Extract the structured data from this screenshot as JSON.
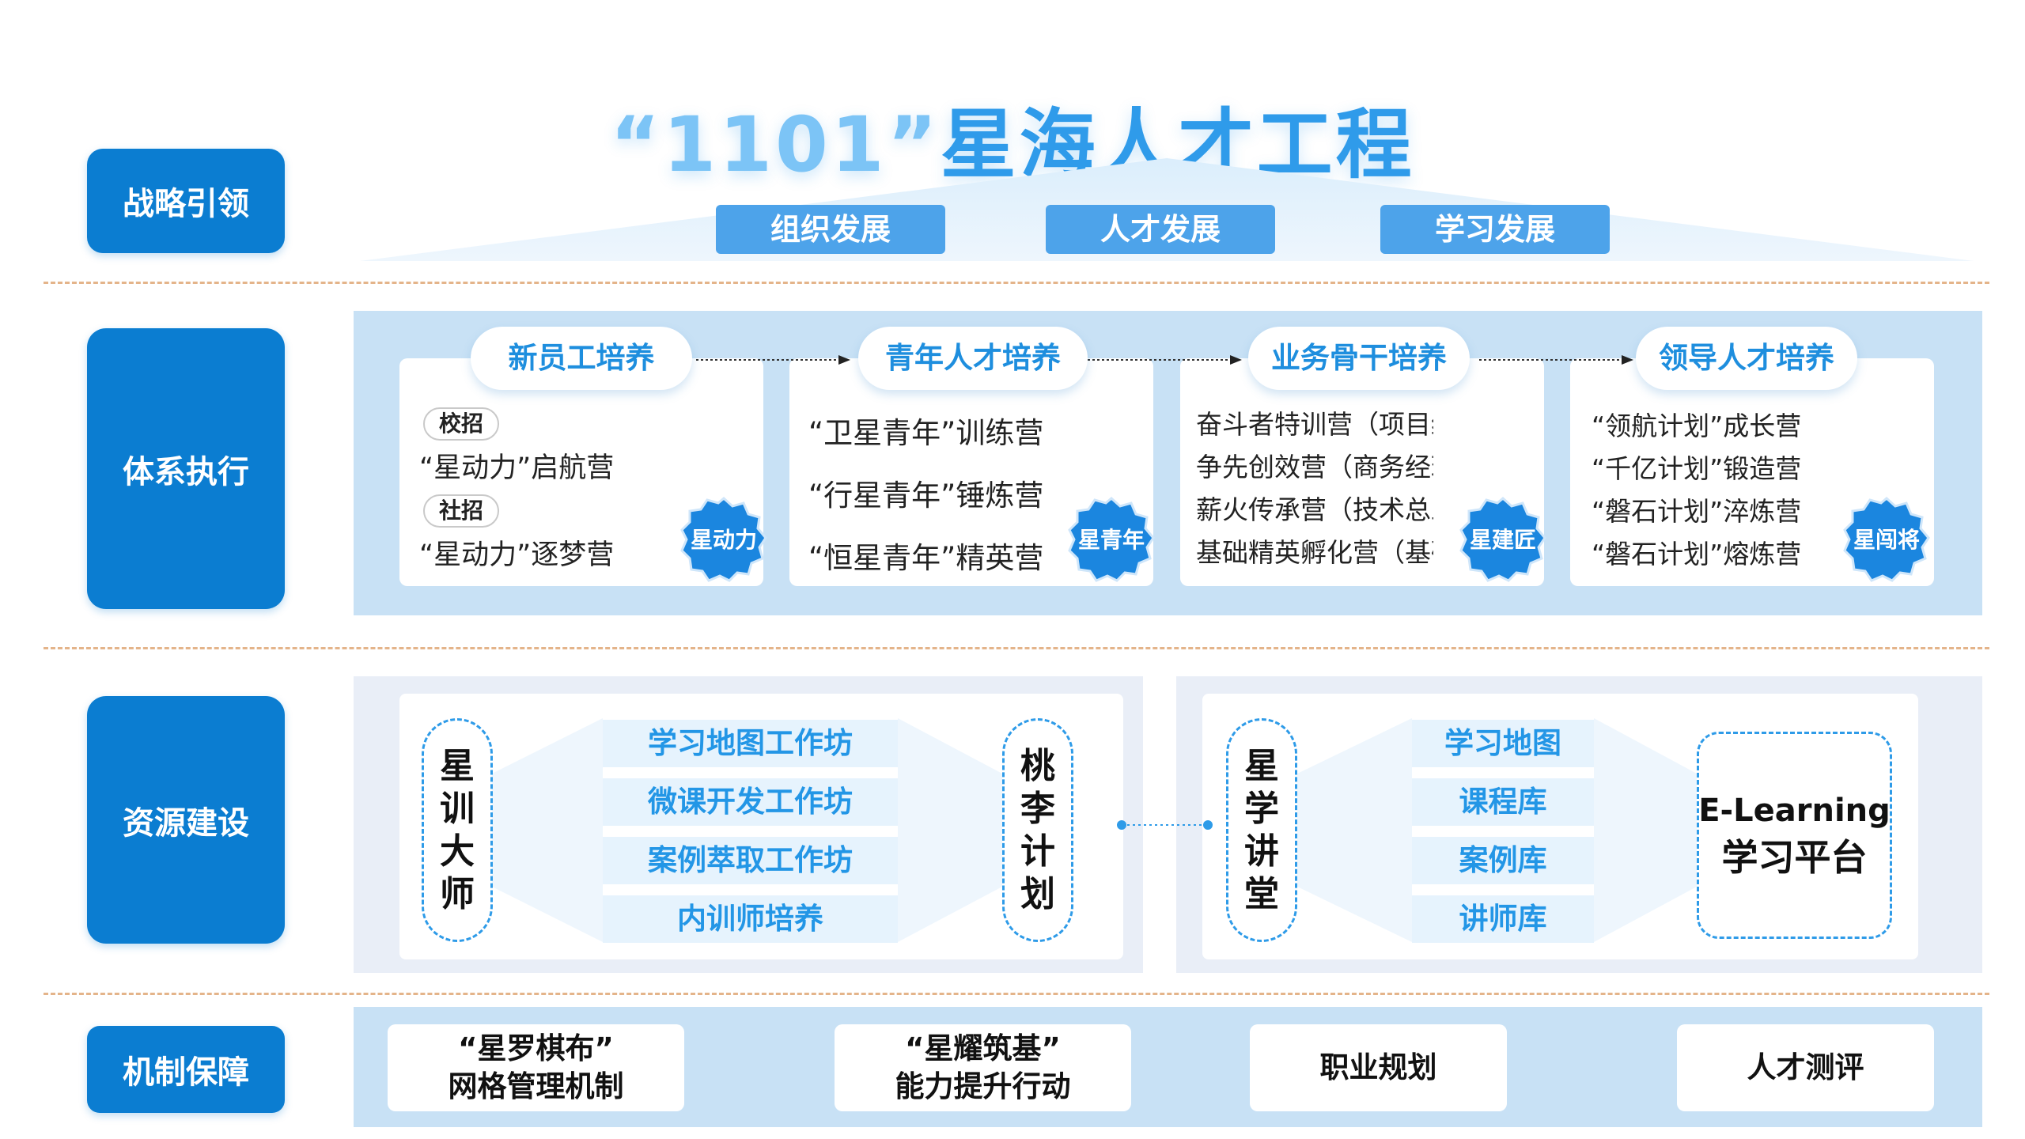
{
  "title": {
    "quote_open": "“",
    "number": "1101",
    "quote_close": "”",
    "name": "星海人才工程"
  },
  "strategy": {
    "label": "战略引领",
    "pills": [
      "组织发展",
      "人才发展",
      "学习发展"
    ]
  },
  "system": {
    "label": "体系执行",
    "cards": [
      {
        "tab": "新员工培养",
        "badge": "星动力",
        "groups": [
          {
            "tag": "校招",
            "line": "“星动力”启航营"
          },
          {
            "tag": "社招",
            "line": "“星动力”逐梦营"
          }
        ]
      },
      {
        "tab": "青年人才培养",
        "badge": "星青年",
        "lines": [
          "“卫星青年”训练营",
          "“行星青年”锤炼营",
          "“恒星青年”精英营"
        ]
      },
      {
        "tab": "业务骨干培养",
        "badge": "星建匠",
        "lines": [
          "奋斗者特训营（项目经理）",
          "争先创效营（商务经理）",
          "薪火传承营（技术总工）",
          "基础精英孵化营（基础人员）"
        ]
      },
      {
        "tab": "领导人才培养",
        "badge": "星闯将",
        "lines": [
          "“领航计划”成长营",
          "“千亿计划”锻造营",
          "“磐石计划”淬炼营",
          "“磐石计划”熔炼营"
        ]
      }
    ]
  },
  "resources": {
    "label": "资源建设",
    "left": {
      "vertical_left": [
        "星",
        "训",
        "大",
        "师"
      ],
      "items": [
        "学习地图工作坊",
        "微课开发工作坊",
        "案例萃取工作坊",
        "内训师培养"
      ],
      "vertical_right": [
        "桃",
        "李",
        "计",
        "划"
      ]
    },
    "right": {
      "vertical_left": [
        "星",
        "学",
        "讲",
        "堂"
      ],
      "items": [
        "学习地图",
        "课程库",
        "案例库",
        "讲师库"
      ],
      "platform_line1": "E-Learning",
      "platform_line2": "学习平台"
    }
  },
  "mechanism": {
    "label": "机制保障",
    "items": [
      {
        "line1": "“星罗棋布”",
        "line2": "网格管理机制"
      },
      {
        "line1": "“星耀筑基”",
        "line2": "能力提升行动"
      },
      {
        "line1": "职业规划",
        "line2": ""
      },
      {
        "line1": "人才测评",
        "line2": ""
      }
    ]
  },
  "colors": {
    "primary": "#0b7dd1",
    "accent": "#2e9be8",
    "panel": "#c8e1f5",
    "divider": "#e4b48a"
  }
}
